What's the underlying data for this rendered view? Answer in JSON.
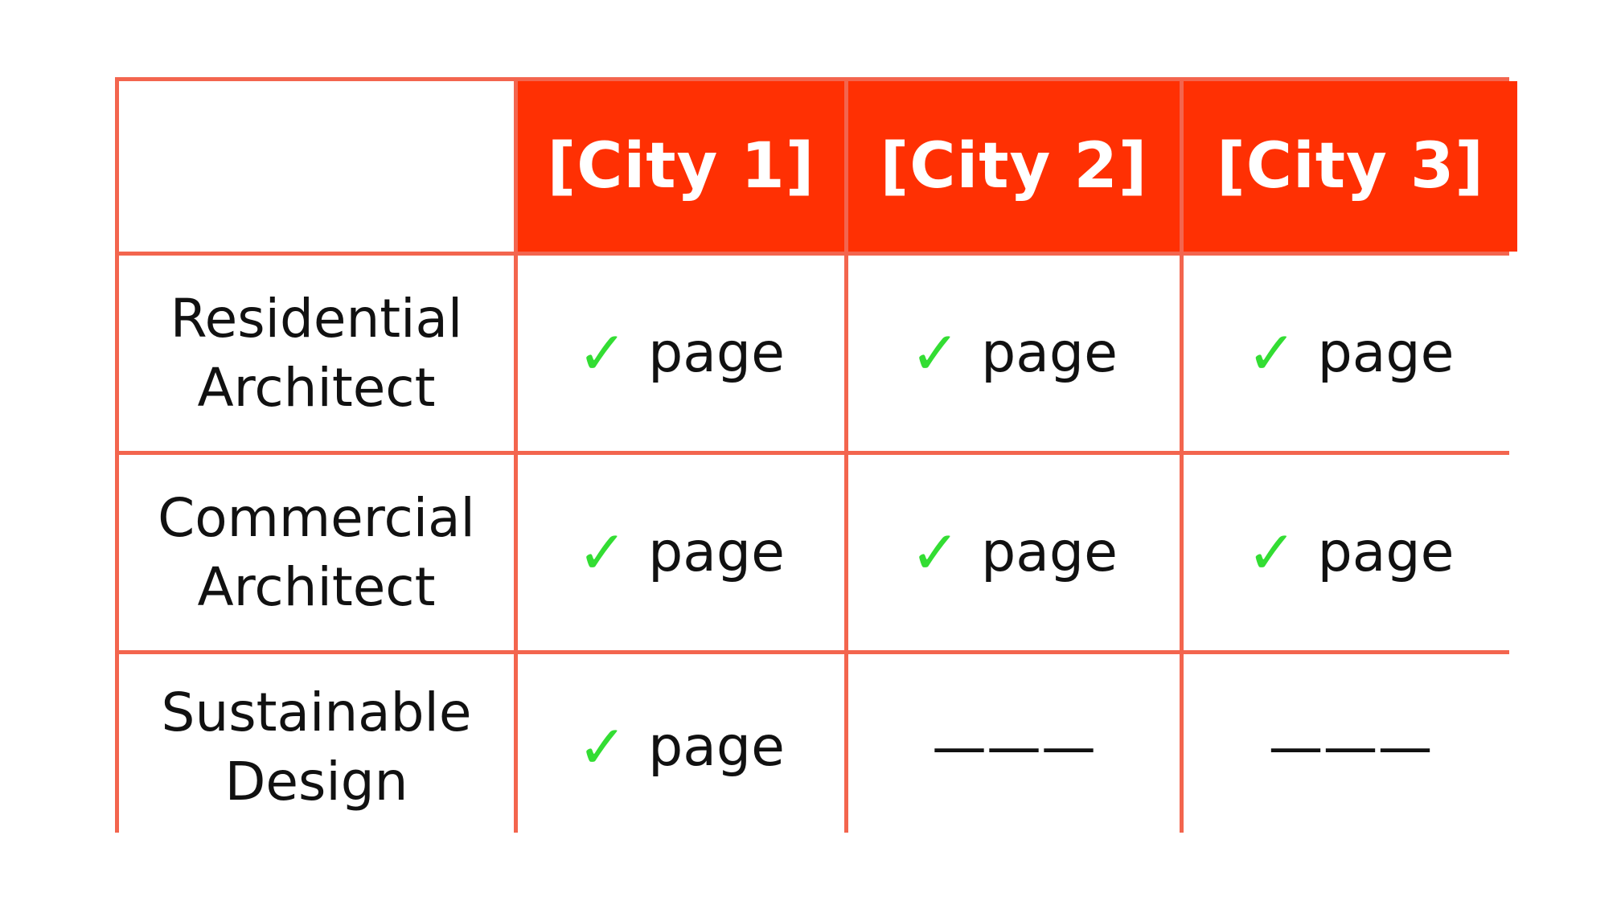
{
  "columns": [
    "[City 1]",
    "[City 2]",
    "[City 3]"
  ],
  "rows": [
    {
      "label_line1": "Residential",
      "label_line2": "Architect",
      "cells": [
        {
          "check": "✓",
          "text": "page"
        },
        {
          "check": "✓",
          "text": "page"
        },
        {
          "check": "✓",
          "text": "page"
        }
      ]
    },
    {
      "label_line1": "Commercial",
      "label_line2": "Architect",
      "cells": [
        {
          "check": "✓",
          "text": "page"
        },
        {
          "check": "✓",
          "text": "page"
        },
        {
          "check": "✓",
          "text": "page"
        }
      ]
    },
    {
      "label_line1": "Sustainable",
      "label_line2": "Design",
      "cells": [
        {
          "check": "✓",
          "text": "page"
        },
        {
          "dash": "———"
        },
        {
          "dash": "———"
        }
      ]
    }
  ],
  "colors": {
    "header_bg": "#ff3003",
    "border": "#f3654e",
    "check": "#33dd33"
  }
}
